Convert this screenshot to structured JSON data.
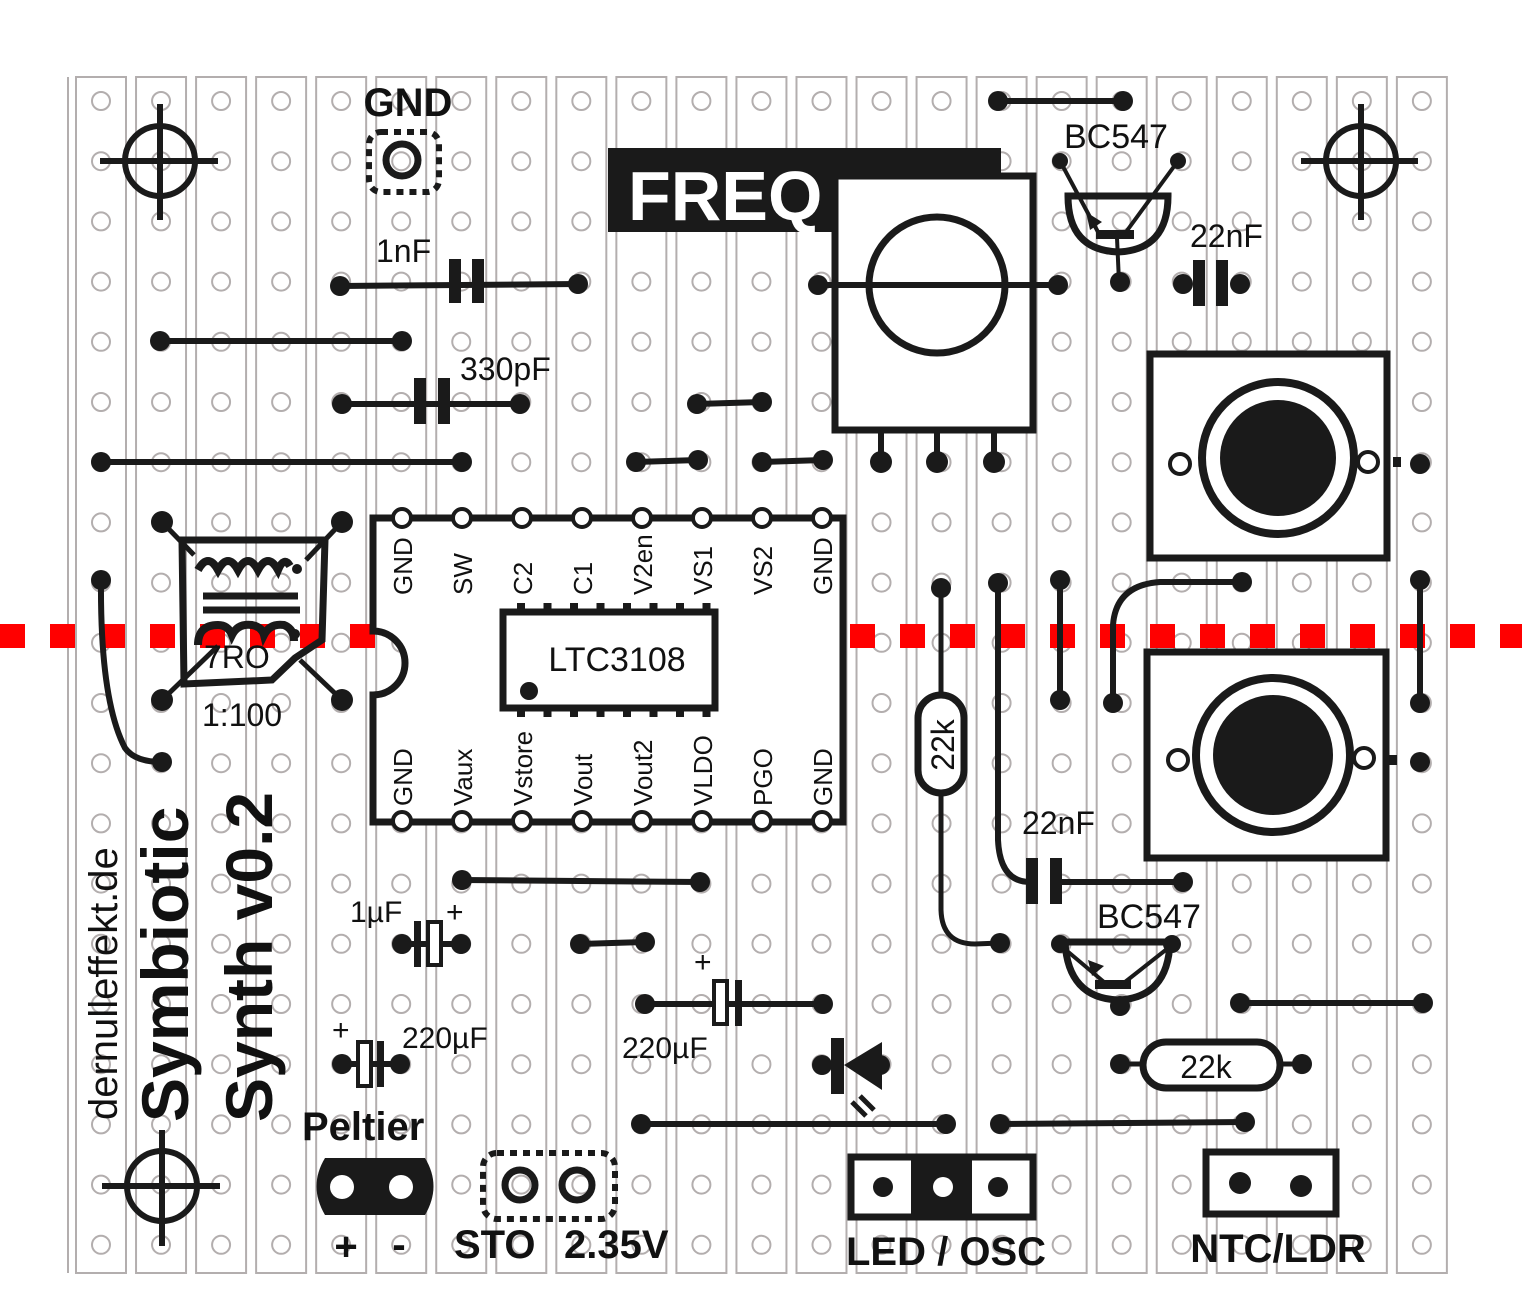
{
  "title": {
    "line1": "Symbiotic",
    "line2": "Synth v0.2",
    "website": "dernulleffekt.de"
  },
  "board": {
    "type": "stripboard",
    "columns": 23,
    "rows": 20,
    "strip_color": "#b3aeae",
    "ink_color": "#1a1a1a",
    "cut_line_color": "#ff0000"
  },
  "labels": {
    "gnd_pad": "GND",
    "freq": "FREQ",
    "cap_1nf": "1nF",
    "cap_330pf": "330pF",
    "cap_22nf_top": "22nF",
    "cap_22nf_bottom": "22nF",
    "transistor_top": "BC547",
    "transistor_bottom": "BC547",
    "transformer_name": "7RO",
    "transformer_ratio": "1:100",
    "ic_name": "LTC3108",
    "resistor_vertical": "22k",
    "resistor_horizontal": "22k",
    "cap_1uf": "1µF",
    "cap_220uf_left": "220µF",
    "cap_220uf_mid": "220µF",
    "plus": "+",
    "peltier": "Peltier",
    "peltier_plus": "+",
    "peltier_minus": "-",
    "sto": "STO",
    "voltage": "2.35V",
    "led_osc": "LED / OSC",
    "ntc_ldr": "NTC/LDR"
  },
  "ic_pins_top": [
    "GND",
    "SW",
    "C2",
    "C1",
    "V2en",
    "VS1",
    "VS2",
    "GND"
  ],
  "ic_pins_bottom": [
    "GND",
    "Vaux",
    "Vstore",
    "Vout",
    "Vout2",
    "VLDO",
    "PGO",
    "GND"
  ]
}
